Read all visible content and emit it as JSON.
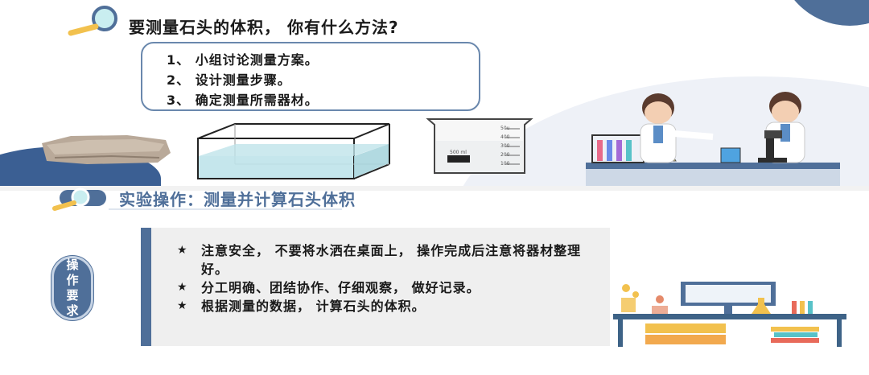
{
  "top": {
    "question": "要测量石头的体积， 你有什么方法?",
    "steps": [
      "1、 小组讨论测量方案。",
      "2、 设计测量步骤。",
      "3、 确定测量所需器材。"
    ],
    "beaker": {
      "volume_label": "500 ml",
      "ticks": [
        "50u",
        "400",
        "300",
        "200",
        "100"
      ]
    }
  },
  "bottom": {
    "section_title": "实验操作：测量并计算石头体积",
    "badge_chars": [
      "操",
      "作",
      "要",
      "求"
    ],
    "requirements": [
      {
        "star": "★",
        "text": "注意安全， 不要将水洒在桌面上， 操作完成后注意将器材整理好。"
      },
      {
        "star": "★",
        "text": "分工明确、团结协作、仔细观察， 做好记录。"
      },
      {
        "star": "★",
        "text": "根据测量的数据， 计算石头的体积。"
      }
    ]
  },
  "colors": {
    "accent": "#4f6f99",
    "steps_border": "#6a88ad",
    "requirement_bg": "#efefef",
    "water": "#bfe3ea",
    "magnifier_handle": "#f2c14e"
  },
  "icons": [
    "magnifier-icon",
    "rock-illustration",
    "water-tank-illustration",
    "beaker-illustration",
    "scientists-illustration",
    "lab-desk-illustration"
  ]
}
